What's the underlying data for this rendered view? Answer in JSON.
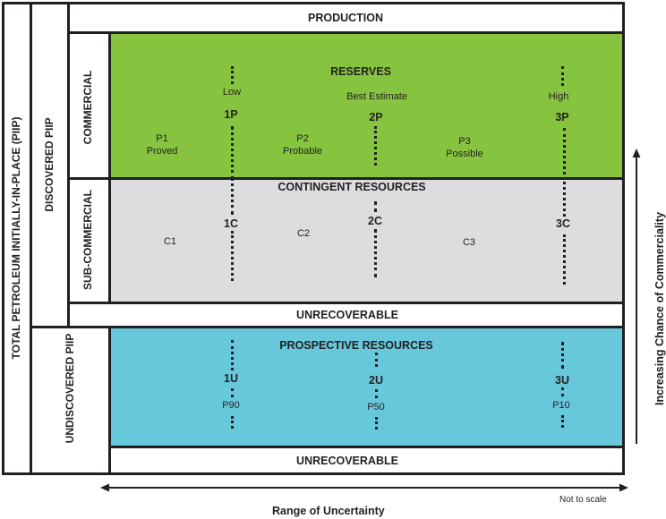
{
  "title_axis": {
    "total_piip": "TOTAL PETROLEUM INITIALLY-IN-PLACE (PIIP)",
    "discovered": "DISCOVERED PIIP",
    "undiscovered": "UNDISCOVERED PIIP",
    "commercial": "COMMERCIAL",
    "sub_commercial": "SUB-COMMERCIAL"
  },
  "rows": {
    "production": "PRODUCTION",
    "reserves": "RESERVES",
    "contingent": "CONTINGENT RESOURCES",
    "unrecoverable_1": "UNRECOVERABLE",
    "prospective": "PROSPECTIVE RESOURCES",
    "unrecoverable_2": "UNRECOVERABLE"
  },
  "reserves": {
    "low": "Low",
    "best": "Best Estimate",
    "high": "High",
    "codes": [
      "1P",
      "2P",
      "3P"
    ],
    "categories": [
      {
        "code": "P1",
        "name": "Proved"
      },
      {
        "code": "P2",
        "name": "Probable"
      },
      {
        "code": "P3",
        "name": "Possible"
      }
    ]
  },
  "contingent": {
    "codes": [
      "1C",
      "2C",
      "3C"
    ],
    "categories": [
      "C1",
      "C2",
      "C3"
    ]
  },
  "prospective": {
    "codes": [
      "1U",
      "2U",
      "3U"
    ],
    "percentiles": [
      "P90",
      "P50",
      "P10"
    ]
  },
  "axes": {
    "x_label": "Range of Uncertainty",
    "x_note": "Not to scale",
    "y_label": "Increasing Chance of Commerciality"
  },
  "colors": {
    "reserves": "#86c440",
    "contingent": "#dcdddf",
    "prospective": "#67c8dc"
  }
}
